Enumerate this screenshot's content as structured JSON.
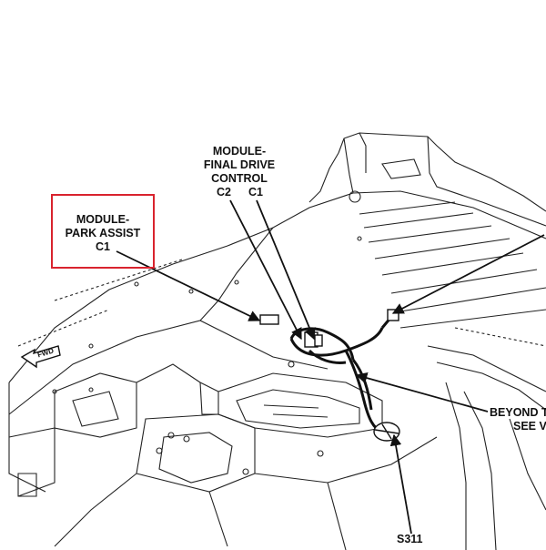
{
  "callouts": {
    "park_assist": {
      "line1": "MODULE-",
      "line2": "PARK ASSIST",
      "line3": "C1"
    },
    "final_drive": {
      "line1": "MODULE-",
      "line2": "FINAL DRIVE",
      "line3": "CONTROL",
      "c2": "C2",
      "c1": "C1"
    },
    "beyond": {
      "line1": "BEYOND T",
      "line2": "SEE V"
    },
    "splice": {
      "label": "S311"
    }
  },
  "fwd_arrow": {
    "label": "FWD"
  },
  "highlight_color": "#d9232e"
}
